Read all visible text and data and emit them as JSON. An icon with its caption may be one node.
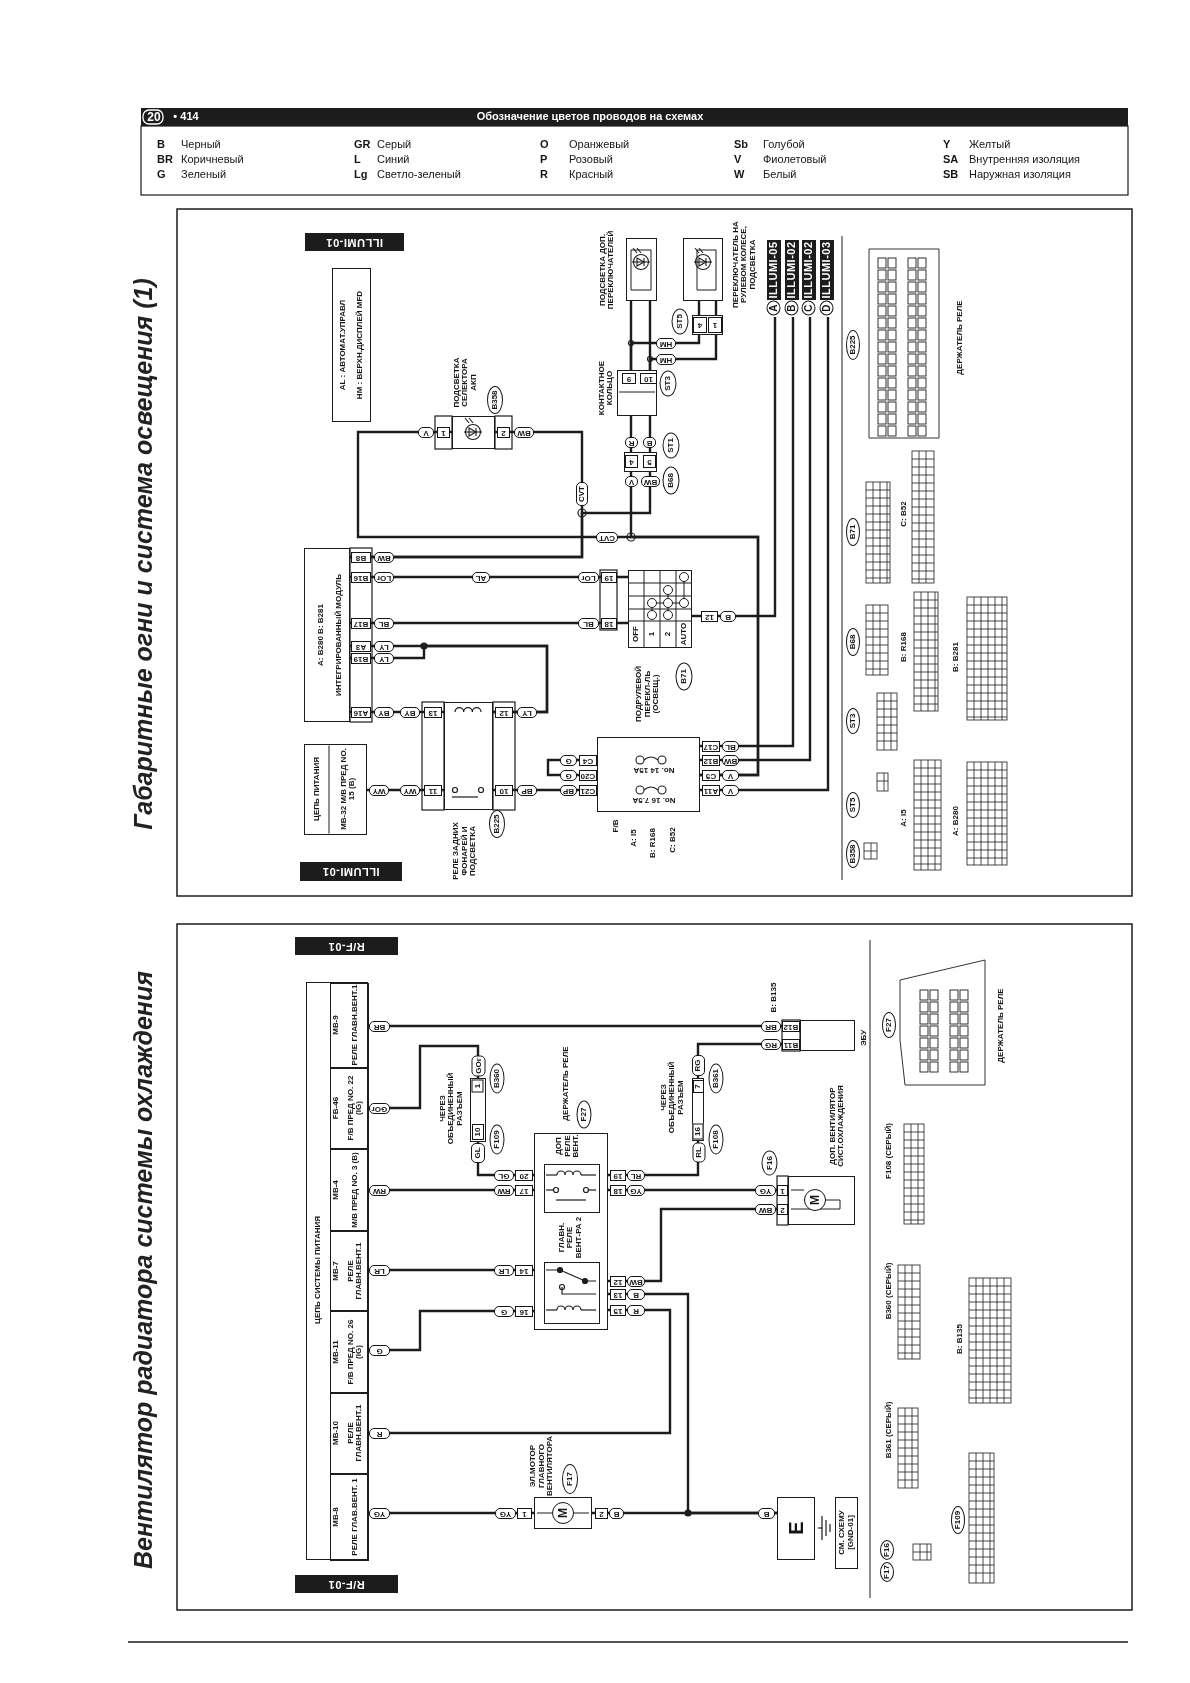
{
  "diagram": {
    "nodes": [
      {
        "text": [
          "ЦЕПЬ ПИТАНИЯ",
          "MB-32 M/B ПРЕД NO. 15 (B)"
        ],
        "beside": [
          "WY"
        ]
      },
      {
        "text": [
          "AL : АВТОМАТ.УПРАВЛ",
          "HM : ВЕРХН.ДИСПЛЕЙ MFD"
        ]
      },
      {
        "text": [
          "A: B280 B: B281",
          "ИНТЕГРИРОВАННЫЙ МОДУЛЬ"
        ],
        "beside": [
          "B8",
          "BW",
          "B16",
          "LOr",
          "B17",
          "BL",
          "A3",
          "LY",
          "B19",
          "LY",
          "A16",
          "BY"
        ]
      },
      {
        "text": [],
        "shape": "box",
        "beside": [
          "13",
          "BY",
          "11",
          "WY",
          "12",
          "LY",
          "10",
          "BP",
          "РЕЛЕ ЗАДНИХ ФОНАРЕЙ И ПОДСВЕТКА",
          "B225"
        ]
      },
      {
        "text": [],
        "shape": "box",
        "beside": [
          "1",
          "V",
          "2",
          "BW",
          "ПОДСВЕТКА СЕЛЕКТОРА АКП",
          "B358"
        ]
      },
      {
        "text": [
          "9",
          "10"
        ],
        "beside": [
          "КОНТАКТНОЕ КОЛЬЦО",
          "ST3"
        ]
      },
      {
        "text": [
          "4",
          "5"
        ],
        "beside": [
          "R",
          "B",
          "V",
          "BW",
          "ST1",
          "B68"
        ]
      },
      {
        "text": [],
        "shape": "box",
        "beside": [
          "ПОДСВЕТКА ДОП. ПЕРЕКЛЮЧАТЕЛЕЙ"
        ]
      },
      {
        "text": [],
        "shape": "box",
        "beside": [
          "ПЕРЕКЛЮЧАТЕЛЬ НА РУЛЕВОМ КОЛЕСЕ, ПОДСВЕТКА"
        ]
      },
      {
        "text": [
          "4",
          "1"
        ],
        "beside": [
          "ST5"
        ]
      },
      {
        "text": [
          "OFF",
          "1",
          "2",
          "AUTO"
        ],
        "beside": [
          "19",
          "LOr",
          "18",
          "BL",
          "12",
          "B",
          "ПОДРУЛЕВОЙ ПЕРЕКЛ-ЛЬ (ОСВЕЩ.)",
          "B71"
        ]
      },
      {
        "text": [
          "No. 14 15A",
          "No. 16 7.5A"
        ],
        "beside": [
          "C4",
          "G",
          "C20",
          "G",
          "C21",
          "BP",
          "C17",
          "BL",
          "B12",
          "BW",
          "C5",
          "V",
          "A11",
          "V",
          "F/B",
          "A: I5",
          "B: R168",
          "C: B52"
        ]
      },
      {
        "text": [
          "A",
          "ILLUMI-05"
        ]
      },
      {
        "text": [
          "B",
          "ILLUMI-02"
        ]
      },
      {
        "text": [
          "C",
          "ILLUMI-02"
        ]
      },
      {
        "text": [
          "D",
          "ILLUMI-03"
        ]
      },
      {
        "text": [
          "ЦЕПЬ СИСТЕМЫ ПИТАНИЯ"
        ]
      },
      {
        "text": [
          "MB-9",
          "РЕЛЕ ГЛАВН.ВЕНТ.1"
        ],
        "in": 16,
        "beside": [
          "BR"
        ]
      },
      {
        "text": [
          "FB-46",
          "F/B ПРЕД NO. 22 (IG)"
        ],
        "in": 16,
        "beside": [
          "GOr"
        ]
      },
      {
        "text": [
          "MB-4",
          "M/B ПРЕД NO. 3 (B)"
        ],
        "in": 16,
        "beside": [
          "RW"
        ]
      },
      {
        "text": [
          "MB-7",
          "РЕЛЕ ГЛАВН.ВЕНТ.1"
        ],
        "in": 16,
        "beside": [
          "LR"
        ]
      },
      {
        "text": [
          "MB-11",
          "F/B ПРЕД NO. 26 (IG)"
        ],
        "in": 16,
        "beside": [
          "G"
        ]
      },
      {
        "text": [
          "MB-10",
          "РЕЛЕ ГЛАВН.ВЕНТ.1"
        ],
        "in": 16,
        "beside": [
          "R"
        ]
      },
      {
        "text": [
          "MB-8",
          "РЕЛЕ ГЛАВ.ВЕНТ. 1"
        ],
        "in": 16,
        "beside": [
          "YG"
        ]
      },
      {
        "text": [
          "1",
          "10"
        ],
        "beside": [
          "GOr",
          "GL",
          "B360",
          "F109",
          "ЧЕРЕЗ ОБЪЕДИНЕННЫЙ РАЗЪЕМ"
        ]
      },
      {
        "text": [],
        "shape": "box",
        "beside": [
          "20",
          "GL",
          "17",
          "RW",
          "14",
          "LR",
          "16",
          "G",
          "19",
          "RL",
          "18",
          "YG",
          "12",
          "BW",
          "13",
          "B",
          "15",
          "R",
          "ДЕРЖАТЕЛЬ РЕЛЕ",
          "F27"
        ]
      },
      {
        "text": [],
        "shape": "box",
        "in": 25,
        "beside": [
          "ДОП РЕЛЕ ВЕНТ."
        ]
      },
      {
        "text": [],
        "shape": "box",
        "in": 25,
        "beside": [
          "ГЛАВН. РЕЛЕ ВЕНТ-РА 2"
        ]
      },
      {
        "text": [
          "M"
        ],
        "beside": [
          "1",
          "YG",
          "2",
          "B",
          "ЭЛ.МОТОР ГЛАВНОГО ВЕНТИЛЯТОРА",
          "F17"
        ]
      },
      {
        "text": [
          "7",
          "16"
        ],
        "beside": [
          "RG",
          "RL",
          "B361",
          "F108",
          "ЧЕРЕЗ ОБЪЕДИНЕННЫЙ РАЗЪЕМ"
        ]
      },
      {
        "text": [
          "M"
        ],
        "beside": [
          "1",
          "YG",
          "2",
          "BW",
          "ДОП. ВЕНТИЛЯТОР СИСТ.ОХЛАЖДЕНИЯ",
          "F16"
        ]
      },
      {
        "text": [
          "E"
        ],
        "beside": [
          "B"
        ]
      },
      {
        "text": [],
        "shape": "box",
        "beside": [
          "B12",
          "BR",
          "B11",
          "RG",
          "ЭБУ",
          "B: B135"
        ]
      },
      {
        "text": [
          "СМ. СХЕМУ [GND-01]"
        ]
      }
    ],
    "edges": [
      {
        "from": 0,
        "to": 3,
        "arrow": "none"
      },
      {
        "from": 3,
        "to": 2,
        "arrow": "none"
      },
      {
        "from": 3,
        "to": 2,
        "arrow": "none"
      },
      {
        "from": 3,
        "to": 2,
        "arrow": "none"
      },
      {
        "from": 3,
        "to": 11,
        "arrow": "none"
      },
      {
        "from": 11,
        "to": 11,
        "arrow": "none"
      },
      {
        "from": 11,
        "to": 4,
        "arrow": "none",
        "label": "CVT"
      },
      {
        "from": 6,
        "to": 11,
        "arrow": "none"
      },
      {
        "from": 4,
        "to": 2,
        "arrow": "none",
        "label": "CVT"
      },
      {
        "from": 6,
        "to": 2,
        "arrow": "none"
      },
      {
        "from": 2,
        "to": 10,
        "arrow": "none",
        "label": "AL"
      },
      {
        "from": 2,
        "to": 10,
        "arrow": "none"
      },
      {
        "from": 10,
        "to": 12,
        "arrow": "none"
      },
      {
        "from": 11,
        "to": 13,
        "arrow": "none"
      },
      {
        "from": 11,
        "to": 14,
        "arrow": "none"
      },
      {
        "from": 11,
        "to": 15,
        "arrow": "none"
      },
      {
        "from": 7,
        "to": 5,
        "arrow": "none"
      },
      {
        "from": 7,
        "to": 5,
        "arrow": "none"
      },
      {
        "from": 9,
        "to": 5,
        "arrow": "none",
        "label": "HM"
      },
      {
        "from": 9,
        "to": 5,
        "arrow": "none",
        "label": "HM"
      },
      {
        "from": 8,
        "to": 9,
        "arrow": "none"
      },
      {
        "from": 8,
        "to": 9,
        "arrow": "none"
      },
      {
        "from": 5,
        "to": 6,
        "arrow": "none"
      },
      {
        "from": 5,
        "to": 6,
        "arrow": "none"
      },
      {
        "from": 17,
        "to": 32,
        "arrow": "none"
      },
      {
        "from": 18,
        "to": 24,
        "arrow": "none"
      },
      {
        "from": 24,
        "to": 25,
        "arrow": "none"
      },
      {
        "from": 19,
        "to": 25,
        "arrow": "none"
      },
      {
        "from": 20,
        "to": 25,
        "arrow": "none"
      },
      {
        "from": 21,
        "to": 25,
        "arrow": "none"
      },
      {
        "from": 25,
        "to": 22,
        "arrow": "none"
      },
      {
        "from": 25,
        "to": 30,
        "arrow": "none"
      },
      {
        "from": 25,
        "to": 30,
        "arrow": "none"
      },
      {
        "from": 25,
        "to": 31,
        "arrow": "none"
      },
      {
        "from": 28,
        "to": 31,
        "arrow": "none"
      },
      {
        "from": 23,
        "to": 28,
        "arrow": "none"
      },
      {
        "from": 25,
        "to": 29,
        "arrow": "none"
      },
      {
        "from": 29,
        "to": 32,
        "arrow": "none"
      }
    ],
    "labels": [
      "20",
      "• 414",
      "Обозначение цветов проводов на схемах",
      "B",
      "Черный",
      "GR",
      "Серый",
      "O",
      "Оранжевый",
      "Sb",
      "Голубой",
      "Y",
      "Желтый",
      "BR",
      "Коричневый",
      "L",
      "Синий",
      "P",
      "Розовый",
      "V",
      "Фиолетовый",
      "SA",
      "Внутренняя изоляция",
      "G",
      "Зеленый",
      "Lg",
      "Светло-зеленый",
      "R",
      "Красный",
      "W",
      "Белый",
      "SB",
      "Наружная изоляция",
      "Габаритные огни и система освещения (1)",
      "Вентилятор радиатора системы охлаждения",
      "ILLUMI-01",
      "ILLUMI-01",
      "R/F-01",
      "R/F-01",
      "B358",
      "ST5",
      "A: I5",
      "ST3",
      "B: R168",
      "B68",
      "A: B280",
      "B: B281",
      "B71",
      "C: B52",
      "B225",
      "ДЕРЖАТЕЛЬ РЕЛЕ",
      "F27",
      "ДЕРЖАТЕЛЬ РЕЛЕ",
      "F108 (СЕРЫЙ)",
      "B360 (СЕРЫЙ)",
      "B: B135",
      "B361 (СЕРЫЙ)",
      "F109",
      "F16",
      "F17"
    ]
  }
}
